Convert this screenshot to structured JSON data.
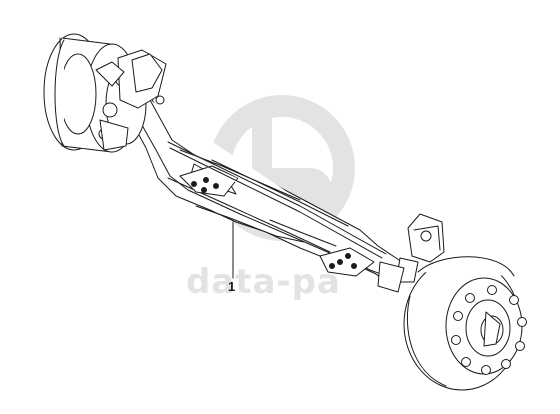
{
  "watermark": {
    "text": "data-pa",
    "icon": "data-parts-logo-icon",
    "color": "#e3e3e3"
  },
  "callouts": [
    {
      "label": "1",
      "part": "front-axle-assembly"
    }
  ],
  "colors": {
    "line": "#1a1a1a",
    "fill": "#ffffff",
    "watermark": "#e3e3e3"
  }
}
